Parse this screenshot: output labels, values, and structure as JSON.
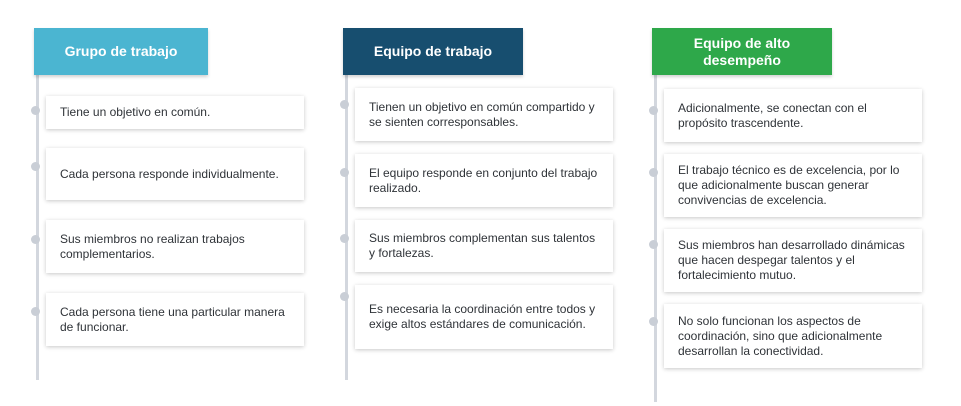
{
  "columns": [
    {
      "title": "Grupo de trabajo",
      "color": "#4bb5d1",
      "items": [
        "Tiene un objetivo en común.",
        "Cada persona responde individualmente.",
        "Sus miembros no realizan trabajos complementarios.",
        "Cada persona tiene una particular manera de funcionar."
      ]
    },
    {
      "title": "Equipo de trabajo",
      "color": "#174e6f",
      "items": [
        "Tienen un objetivo en común compartido y se sienten corresponsables.",
        "El equipo responde en conjunto del trabajo realizado.",
        "Sus miembros complementan sus talentos y fortalezas.",
        "Es necesaria la coordinación entre todos y exige altos estándares de comunicación."
      ]
    },
    {
      "title": "Equipo de alto desempeño",
      "color": "#2ea84a",
      "items": [
        "Adicionalmente, se conectan con el propósito trascendente.",
        "El trabajo técnico es de excelencia, por lo que adicionalmente buscan generar convivencias de excelencia.",
        "Sus miembros han desarrollado dinámicas que hacen despegar talentos y el fortalecimiento mutuo.",
        "No solo funcionan los aspectos de coordinación, sino que adicionalmente desarrollan la conectividad."
      ]
    }
  ]
}
